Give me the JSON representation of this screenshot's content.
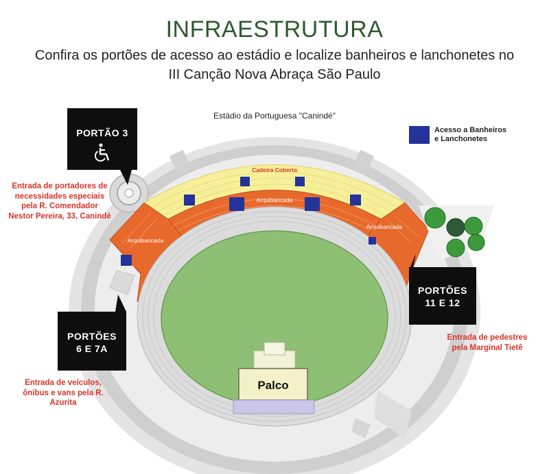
{
  "header": {
    "title": "INFRAESTRUTURA",
    "subtitle_line1": "Confira os portões de acesso ao estádio e localize banheiros e lanchonetes no",
    "subtitle_line2": "III Canção Nova Abraça São Paulo"
  },
  "map": {
    "venue_name": "Estádio da Portuguesa \"Canindé\"",
    "sections": {
      "covered": "Cadeira Coberta",
      "stands_top": "Arquibancada",
      "stands_left": "Arquibancada",
      "stands_right": "Arquibancada"
    },
    "stage_label": "Palco"
  },
  "legend": {
    "line1": "Acesso a Banheiros",
    "line2": "e Lanchonetes",
    "color": "#23339b"
  },
  "gates": {
    "gate3": {
      "label": "PORTÃO 3",
      "icon": "wheelchair-icon",
      "note": "Entrada de portadores de necessidades especiais pela R. Comendador Nestor Pereira, 33, Canindé"
    },
    "gate1112": {
      "line1": "PORTÕES",
      "line2": "11 E 12",
      "note": "Entrada de pedestres pela Marginal Tietê"
    },
    "gate67": {
      "line1": "PORTÕES",
      "line2": "6 E 7A",
      "note": "Entrada de veículos, ônibus e vans pela R. Azurita"
    }
  },
  "colors": {
    "field": "#8dbf74",
    "covered_seats": "#f6f09a",
    "stands": "#e8692c",
    "concrete": "#d6d6d6",
    "title_green": "#2e5a2e",
    "note_red": "#d8342a",
    "callout_black": "#0e0e0e"
  }
}
